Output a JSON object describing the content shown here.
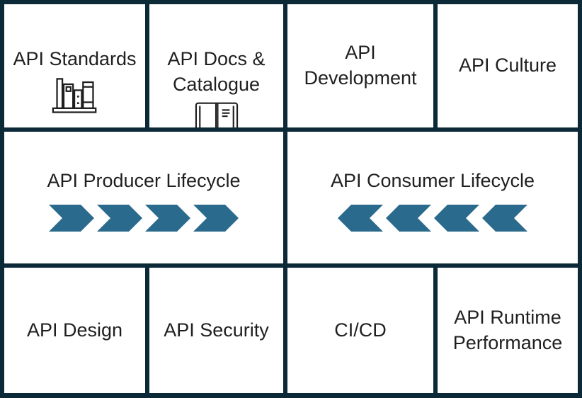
{
  "title": "API capability grid",
  "colors": {
    "border": "#0c2938",
    "cell": "#ffffff",
    "text": "#1f1f1f",
    "chevron": "#2a6a8c",
    "icon": "#1f1f1f"
  },
  "grid": {
    "top_row": [
      {
        "label": "API Standards",
        "icon": "books-shelf-icon"
      },
      {
        "label": "API Docs & Catalogue",
        "icon": "open-book-icon"
      },
      {
        "label": "API Development",
        "icon": null
      },
      {
        "label": "API Culture",
        "icon": null
      }
    ],
    "middle_row": [
      {
        "label": "API Producer Lifecycle",
        "icon": "chevrons-right-icon",
        "chevron_count": 4,
        "direction": "right"
      },
      {
        "label": "API Consumer Lifecycle",
        "icon": "chevrons-left-icon",
        "chevron_count": 4,
        "direction": "left"
      }
    ],
    "bottom_row": [
      {
        "label": "API Design",
        "icon": null
      },
      {
        "label": "API Security",
        "icon": null
      },
      {
        "label": "CI/CD",
        "icon": null
      },
      {
        "label": "API Runtime Performance",
        "icon": null
      }
    ]
  }
}
